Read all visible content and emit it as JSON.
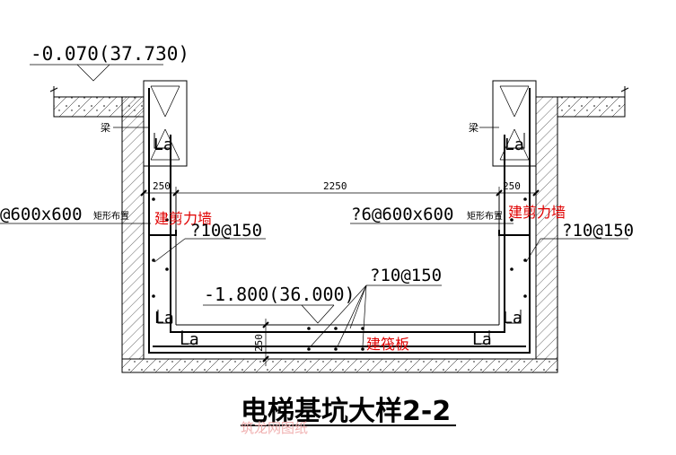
{
  "labels": {
    "elev_top": "-0.070(37.730)",
    "elev_bottom": "-1.800(36.000)",
    "dim_250_left": "250",
    "dim_2250": "2250",
    "dim_250_right": "250",
    "dim_250_vertical": "250",
    "beam_left": "梁",
    "beam_right": "梁",
    "la": "La",
    "mesh_left": "@600x600",
    "mesh_right": "?6@600x600",
    "layout_left": "矩形布置",
    "layout_right": "矩形布置",
    "shear_wall_left": "建剪力墙",
    "shear_wall_right": "建剪力墙",
    "bar_wall_left": "?10@150",
    "bar_wall_right": "?10@150",
    "bar_slab": "?10@150",
    "raft": "建筏板",
    "title": "电梯基坑大样2-2",
    "watermark": "筑龙网图纸"
  },
  "colors": {
    "line": "#000000",
    "annotation": "#e00000",
    "hatch": "#000000",
    "background": "#ffffff"
  }
}
